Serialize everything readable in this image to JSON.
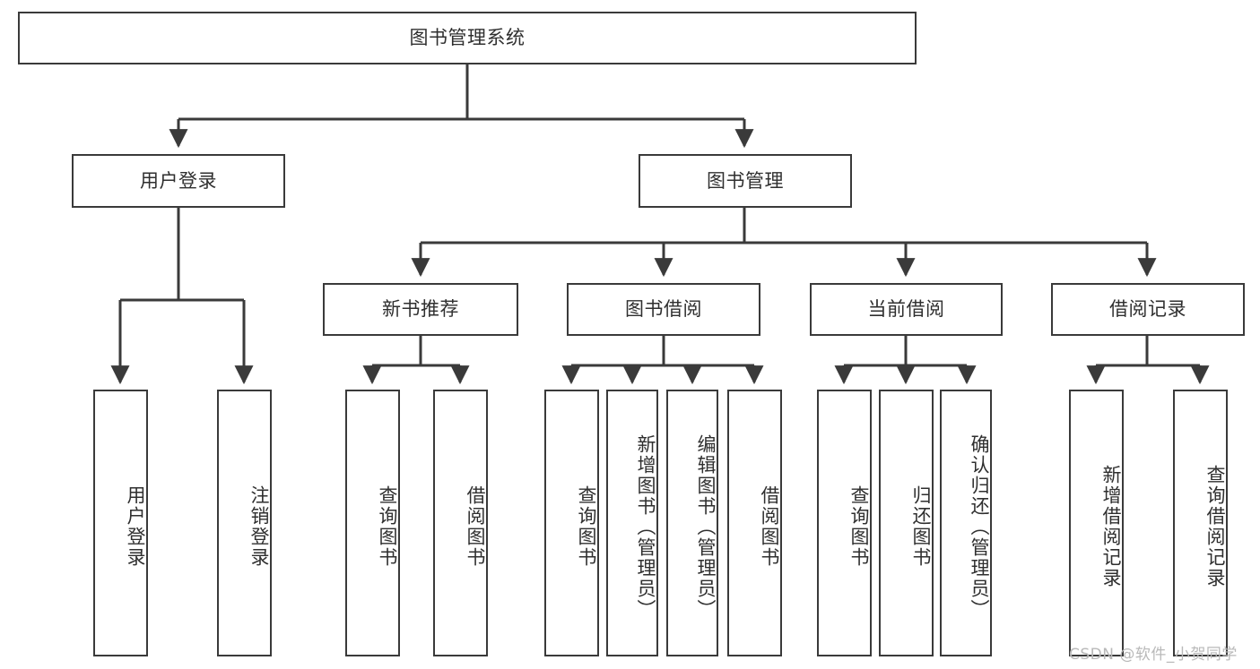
{
  "diagram": {
    "title": "图书管理系统",
    "type": "tree-hierarchy-diagram",
    "watermark": "CSDN @软件_小贺同学",
    "colors": {
      "border": "#3a3a3a",
      "text": "#2f2f2f",
      "background": "#ffffff",
      "connector": "#3a3a3a",
      "watermark": "#b9b9b9"
    },
    "root": {
      "label": "图书管理系统"
    },
    "level2": [
      {
        "label": "用户登录"
      },
      {
        "label": "图书管理"
      }
    ],
    "level3": [
      {
        "label": "新书推荐"
      },
      {
        "label": "图书借阅"
      },
      {
        "label": "当前借阅"
      },
      {
        "label": "借阅记录"
      }
    ],
    "leaves": {
      "user_login": [
        {
          "label": "用户登录"
        },
        {
          "label": "注销登录"
        }
      ],
      "new_book_recommend": [
        {
          "label": "查询图书"
        },
        {
          "label": "借阅图书"
        }
      ],
      "book_borrow": [
        {
          "label": "查询图书"
        },
        {
          "label": "新增图书（管理员）"
        },
        {
          "label": "编辑图书（管理员）"
        },
        {
          "label": "借阅图书"
        }
      ],
      "current_borrow": [
        {
          "label": "查询图书"
        },
        {
          "label": "归还图书"
        },
        {
          "label": "确认归还（管理员）"
        }
      ],
      "borrow_record": [
        {
          "label": "新增借阅记录"
        },
        {
          "label": "查询借阅记录"
        }
      ]
    }
  }
}
